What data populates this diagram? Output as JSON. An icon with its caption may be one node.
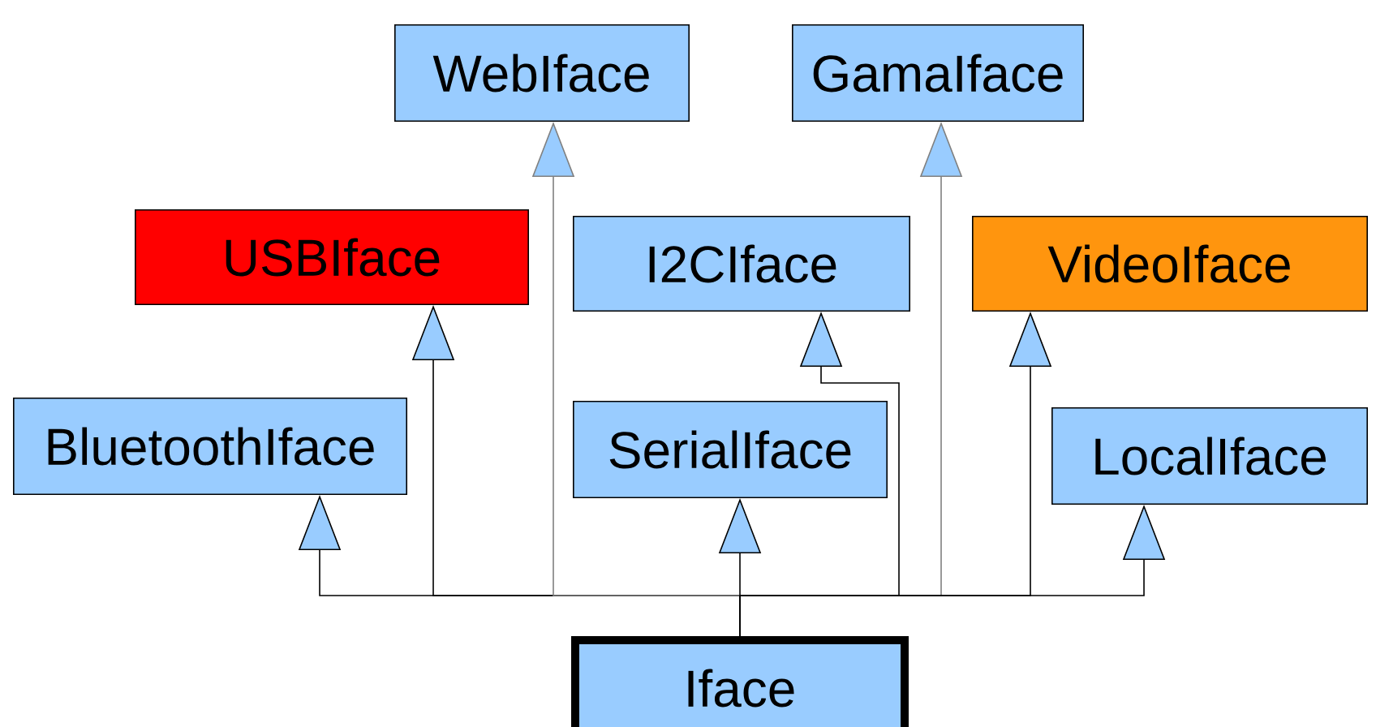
{
  "diagram": {
    "nodes": [
      {
        "text": [
          "WebIface"
        ]
      },
      {
        "text": [
          "GamaIface"
        ]
      },
      {
        "text": [
          "USBIface"
        ]
      },
      {
        "text": [
          "I2CIface"
        ]
      },
      {
        "text": [
          "VideoIface"
        ]
      },
      {
        "text": [
          "BluetoothIface"
        ]
      },
      {
        "text": [
          "SerialIface"
        ]
      },
      {
        "text": [
          "LocalIface"
        ]
      },
      {
        "text": [
          "Iface"
        ]
      }
    ],
    "edges": [
      {
        "from": 8,
        "to": 5,
        "arrow": "to"
      },
      {
        "from": 8,
        "to": 2,
        "arrow": "to"
      },
      {
        "from": 8,
        "to": 0,
        "arrow": "to",
        "color": "#808080"
      },
      {
        "from": 8,
        "to": 6,
        "arrow": "to"
      },
      {
        "from": 8,
        "to": 3,
        "arrow": "to"
      },
      {
        "from": 8,
        "to": 1,
        "arrow": "to",
        "color": "#808080"
      },
      {
        "from": 8,
        "to": 4,
        "arrow": "to"
      },
      {
        "from": 8,
        "to": 7,
        "arrow": "to"
      }
    ]
  }
}
